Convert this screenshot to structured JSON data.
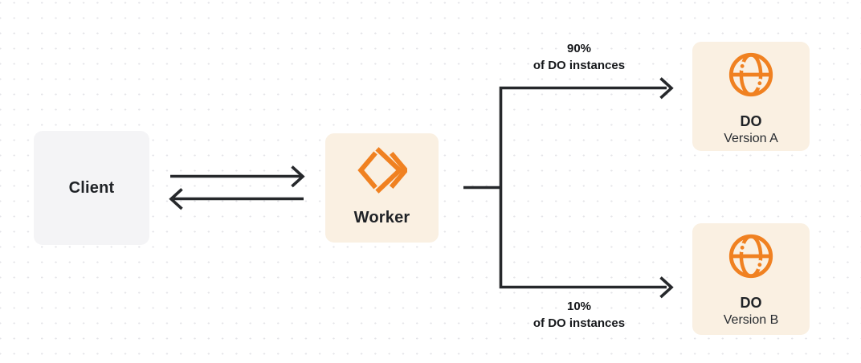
{
  "nodes": {
    "client": {
      "label": "Client"
    },
    "worker": {
      "label": "Worker",
      "icon": "cloudflare-workers-icon"
    },
    "do_version_a": {
      "title": "DO",
      "subtitle": "Version A",
      "icon": "durable-object-globe-icon"
    },
    "do_version_b": {
      "title": "DO",
      "subtitle": "Version B",
      "icon": "durable-object-globe-icon"
    }
  },
  "edges": {
    "client_worker": {
      "style": "bidirectional-arrows"
    },
    "to_version_a": {
      "percent": "90%",
      "caption": "of DO instances"
    },
    "to_version_b": {
      "percent": "10%",
      "caption": "of DO instances"
    }
  },
  "colors": {
    "accent_orange": "#F08121",
    "node_cream_bg": "#FAF0E2",
    "node_gray_bg": "#F4F4F6",
    "connector_dark": "#26282B",
    "dot_grid": "#E4E4E8",
    "text_dark": "#1F2226"
  }
}
